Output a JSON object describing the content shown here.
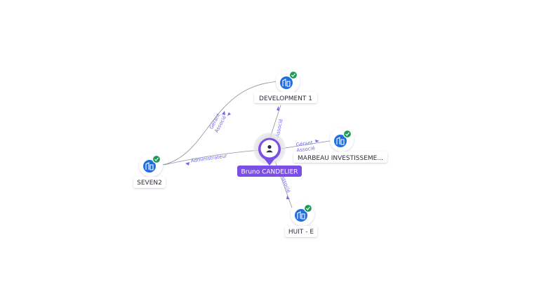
{
  "colors": {
    "edge": "#8a8fa3",
    "edge_label": "#6f6af0",
    "person_accent": "#7b4fe6",
    "company_icon": "#1f6fe0",
    "verified_badge": "#1d9a56"
  },
  "person": {
    "name": "Bruno CANDELIER",
    "icon": "person-icon"
  },
  "companies": [
    {
      "id": "development1",
      "name": "DEVELOPMENT 1",
      "icon": "building-icon",
      "verified": true
    },
    {
      "id": "seven2",
      "name": "SEVEN2",
      "icon": "building-icon",
      "verified": true
    },
    {
      "id": "marbeau",
      "name": "MARBEAU INVESTISSEME...",
      "icon": "building-icon",
      "verified": true
    },
    {
      "id": "huit",
      "name": "HUIT - E",
      "icon": "building-icon",
      "verified": true
    }
  ],
  "edges": [
    {
      "from": "person",
      "to": "development1",
      "labels": [
        "Associé"
      ]
    },
    {
      "from": "person",
      "to": "seven2",
      "labels": [
        "Administrateur"
      ]
    },
    {
      "from": "person",
      "to": "marbeau",
      "labels": [
        "Gérant",
        "Associé"
      ]
    },
    {
      "from": "person",
      "to": "huit",
      "labels": [
        "Associé"
      ]
    },
    {
      "from": "seven2",
      "to": "development1",
      "labels": [
        "Gérant",
        "Associé"
      ]
    }
  ]
}
